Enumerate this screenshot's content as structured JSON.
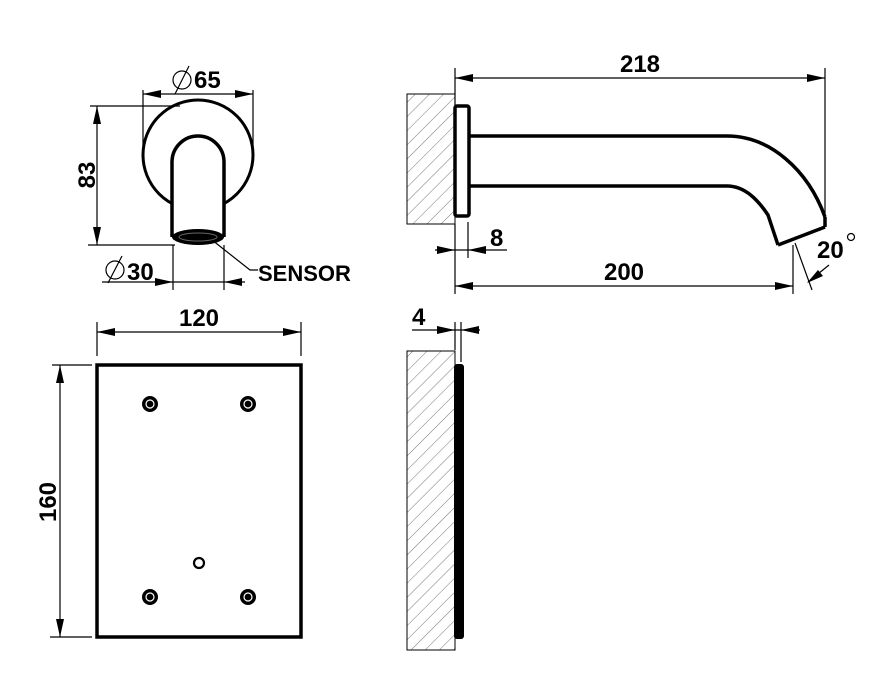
{
  "drawing": {
    "title": "Wall-mounted spout with sensor - dimensional drawing",
    "units": "mm",
    "front_view": {
      "rosette_diameter": {
        "symbol": "⌀",
        "value": "65"
      },
      "height": "83",
      "spout_diameter": {
        "symbol": "⌀",
        "value": "30"
      },
      "sensor_label": "SENSOR"
    },
    "side_view": {
      "total_projection": "218",
      "rosette_thickness": "8",
      "spout_length": "200",
      "outlet_angle": {
        "value": "20",
        "unit": "°"
      }
    },
    "plate_front_view": {
      "width": "120",
      "height": "160",
      "screw_count": 4,
      "sensor_hole_count": 1
    },
    "plate_side_view": {
      "thickness": "4"
    },
    "colors": {
      "line": "#000000",
      "hatch": "#777777",
      "background": "#ffffff"
    }
  }
}
